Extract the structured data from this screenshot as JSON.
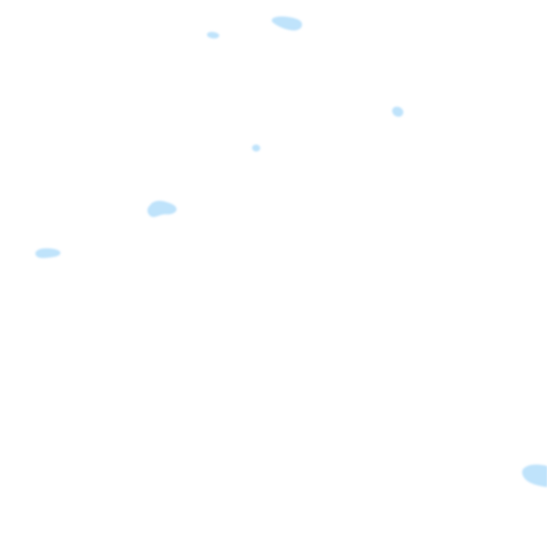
{
  "map": {
    "background_color": "#ffffff",
    "water_color": "#bfe3fb",
    "water_core_color": "#a9d9fa",
    "features": [
      {
        "name": "water-body-top-center"
      },
      {
        "name": "water-body-top-small"
      },
      {
        "name": "water-body-upper-right"
      },
      {
        "name": "water-body-center-small"
      },
      {
        "name": "water-body-left-center"
      },
      {
        "name": "water-body-left-edge"
      },
      {
        "name": "water-body-bottom-right"
      }
    ]
  }
}
